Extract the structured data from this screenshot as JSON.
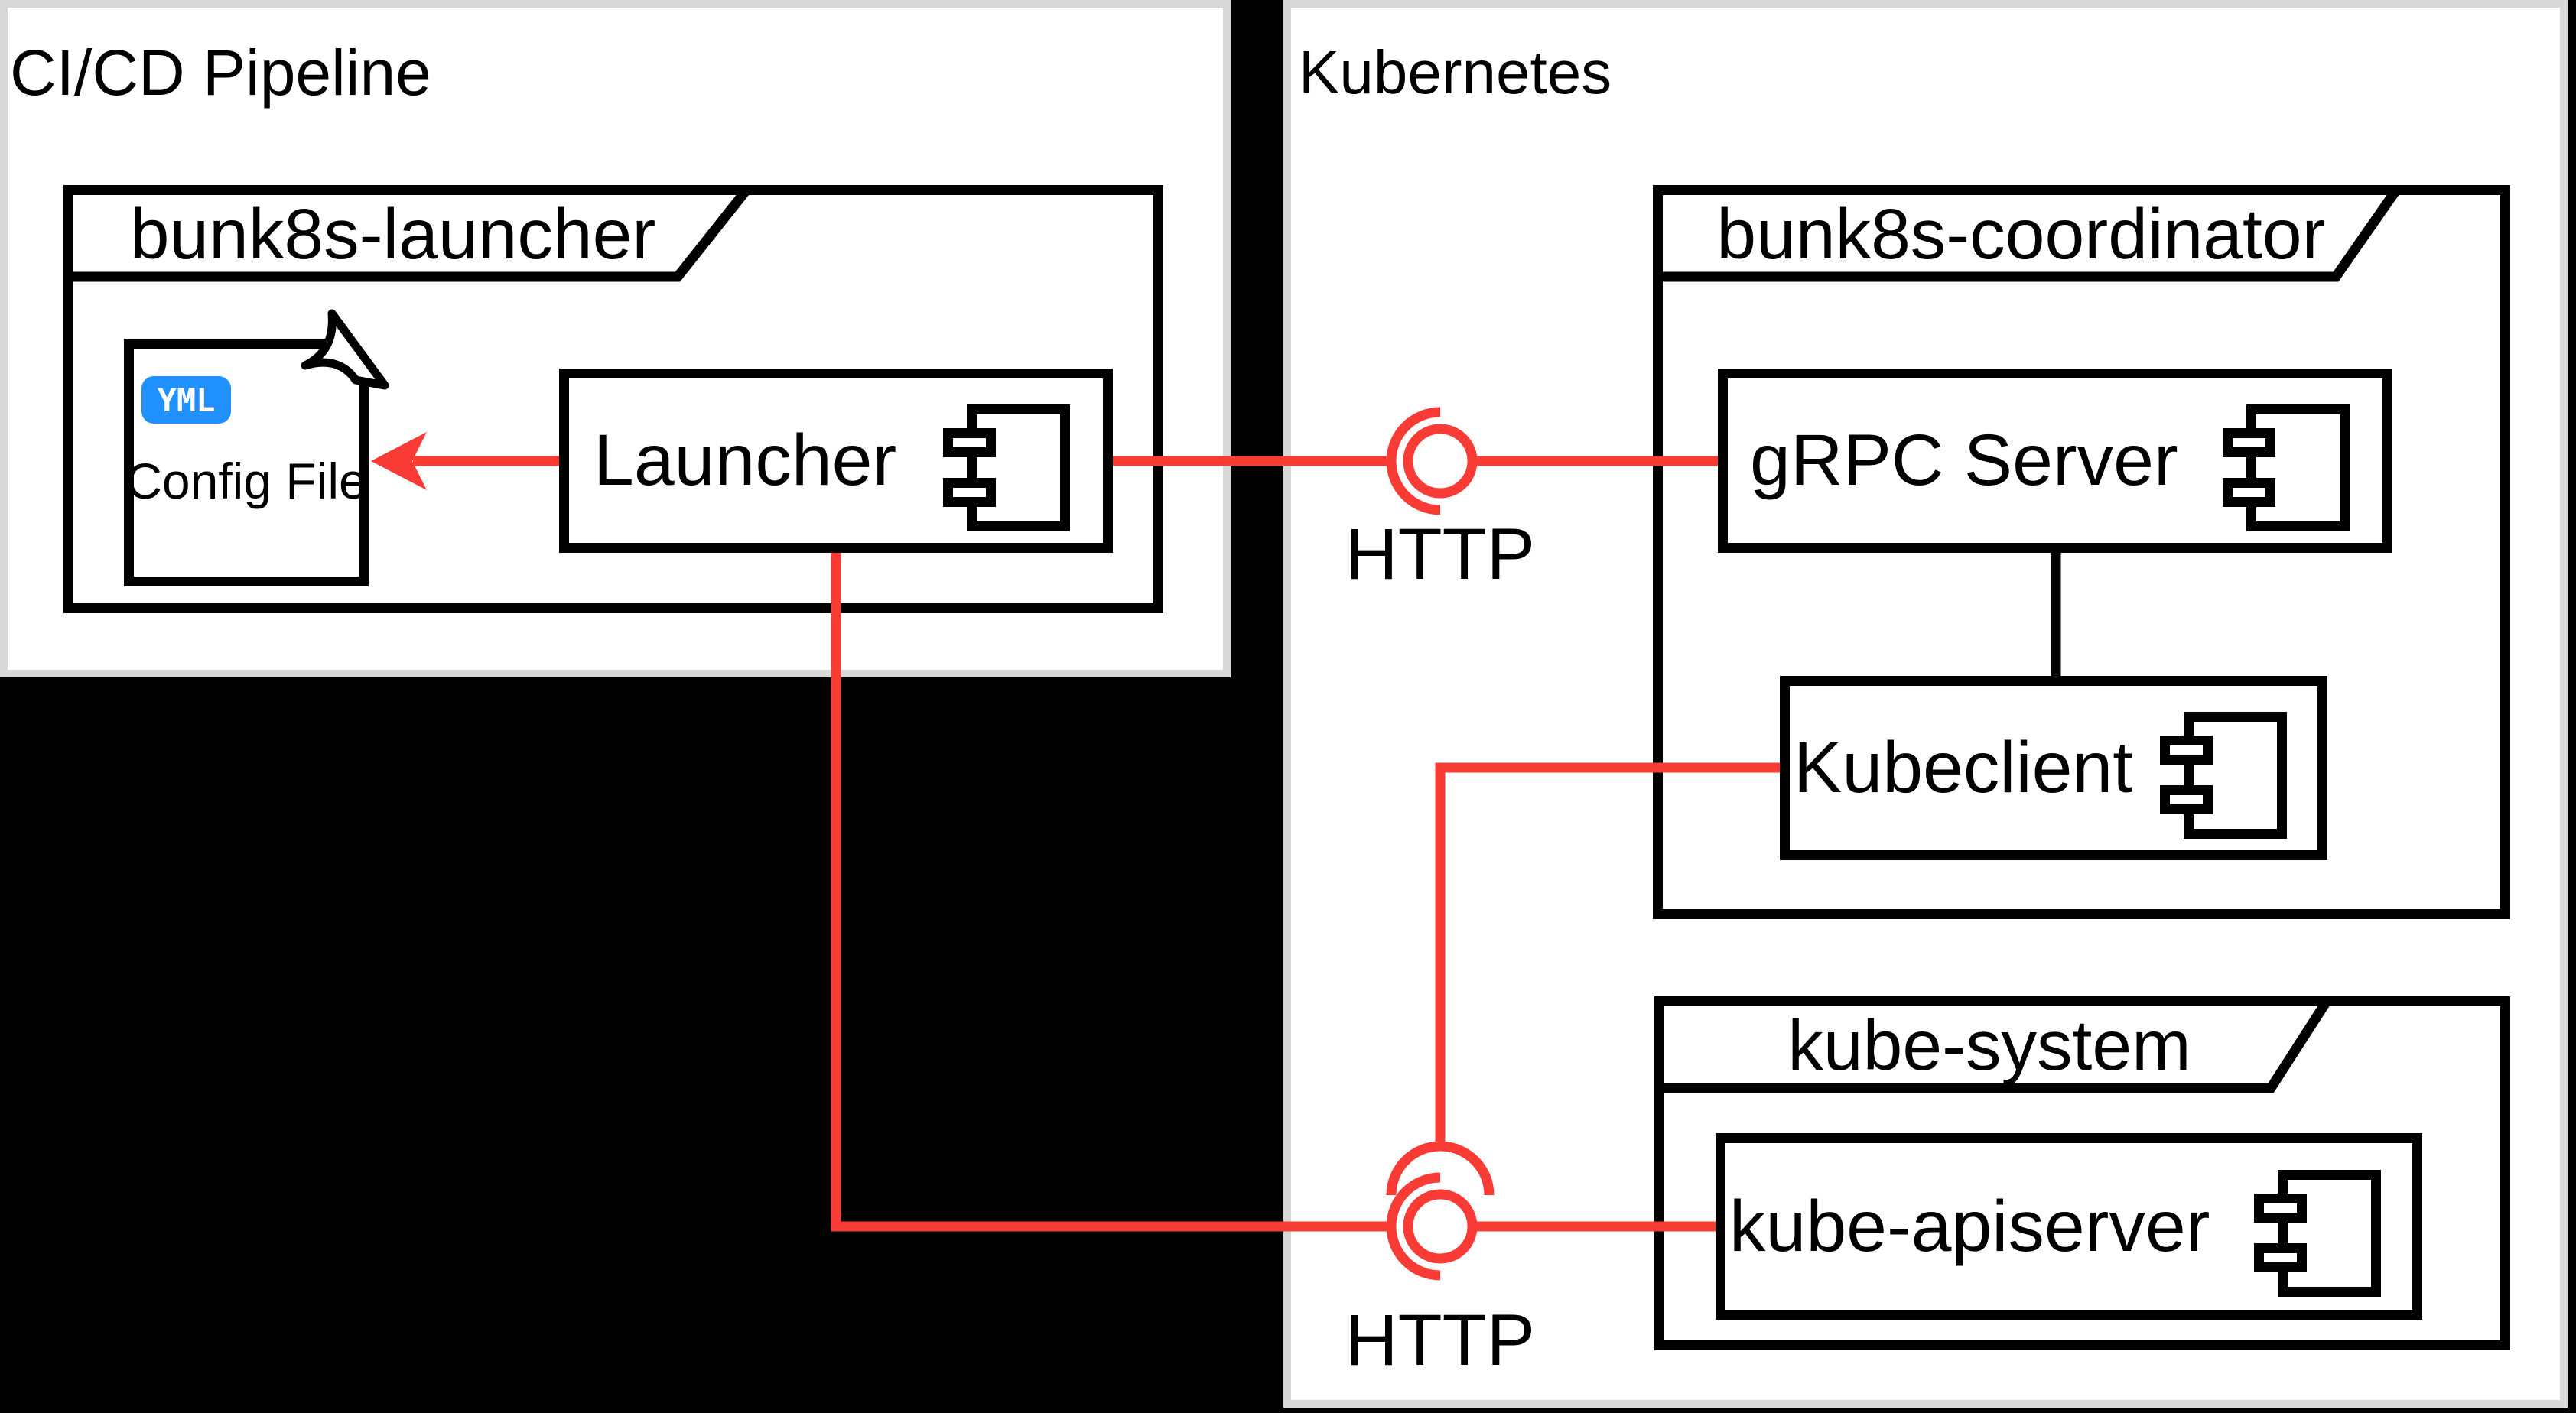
{
  "panels": {
    "cicd": {
      "title": "CI/CD Pipeline"
    },
    "kubernetes": {
      "title": "Kubernetes"
    }
  },
  "packages": {
    "launcher_pkg": {
      "label": "bunk8s-launcher"
    },
    "coordinator_pkg": {
      "label": "bunk8s-coordinator"
    },
    "kube_system_pkg": {
      "label": "kube-system"
    }
  },
  "components": {
    "launcher": {
      "label": "Launcher"
    },
    "grpc_server": {
      "label": "gRPC Server"
    },
    "kubeclient": {
      "label": "Kubeclient"
    },
    "kube_apiserver": {
      "label": "kube-apiserver"
    }
  },
  "artifacts": {
    "config_file": {
      "label": "Config File",
      "badge": "YML"
    }
  },
  "connections": {
    "http_top": {
      "label": "HTTP"
    },
    "http_bottom": {
      "label": "HTTP"
    }
  },
  "colors": {
    "canvas_bg": "#000000",
    "panel_bg": "#ffffff",
    "panel_border": "#d8d8d8",
    "line_black": "#000000",
    "accent_red": "#f93b36",
    "badge_blue": "#2191ff",
    "badge_text": "#ffffff"
  }
}
